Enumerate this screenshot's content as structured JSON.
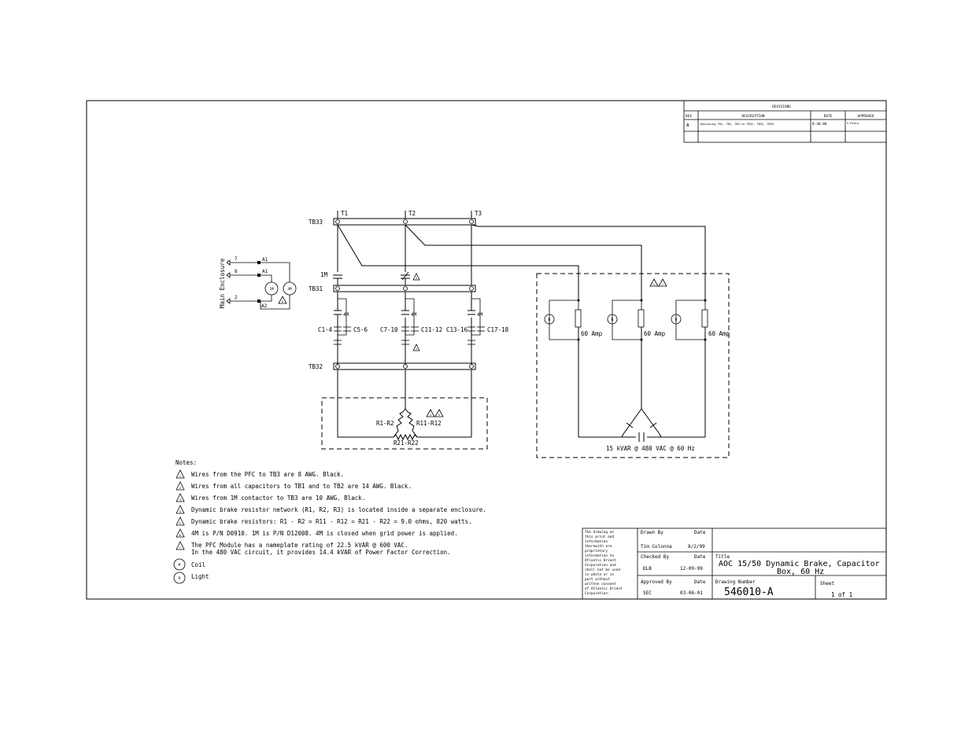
{
  "revisions": {
    "title": "REVISIONS",
    "headers": [
      "REV",
      "DESCRIPTION",
      "DATE",
      "APPROVED"
    ],
    "rows": [
      {
        "rev": "A",
        "description": "Replacing TB1, TB2, TB3 to TB31, TB32, TB33",
        "date": "8-30-00",
        "approved": "S.Ptolo"
      }
    ]
  },
  "terminals": {
    "tb33": "TB33",
    "tb31": "TB31",
    "tb32": "TB32",
    "t1": "T1",
    "t2": "T2",
    "t3": "T3"
  },
  "contactor": {
    "label": "1M"
  },
  "caps": {
    "m1": "4M",
    "m2": "4M",
    "m3": "4M",
    "c1": "C1-4",
    "c2": "C5-6",
    "c3": "C7-10",
    "c4": "C11-12",
    "c5": "C13-16",
    "c6": "C17-18"
  },
  "resistors": {
    "r1": "R1-R2",
    "r2": "R11-R12",
    "r3": "R21-R22"
  },
  "coil_circuit": {
    "enclosure": "Main Enclosure",
    "w7": "7",
    "w8": "8",
    "w2": "2",
    "a1a": "A1",
    "a1b": "A1",
    "a2": "A2",
    "coil1": "1M",
    "coil2": "4M"
  },
  "pfc": {
    "fuse1": "60 Amp",
    "fuse2": "60 Amp",
    "fuse3": "60 Amp",
    "light": "R",
    "rating": "15 kVAR @ 480 VAC @ 60 Hz"
  },
  "notes": {
    "heading": "Notes:",
    "items": [
      {
        "tag": "1",
        "text": "Wires from the PFC to TB3 are 8 AWG. Black."
      },
      {
        "tag": "2",
        "text": "Wires from all capacitors to TB1 and to TB2 are 14 AWG. Black."
      },
      {
        "tag": "3",
        "text": "Wires from 1M contactor to TB3 are 10 AWG. Black."
      },
      {
        "tag": "4",
        "text": "Dynamic brake resistor network (R1, R2, R3) is located inside a separate enclosure."
      },
      {
        "tag": "5",
        "text": "Dynamic brake resistors: R1 - R2 = R11 - R12 = R21 - R22 = 9.0 ohms, 820 watts."
      },
      {
        "tag": "6",
        "text": "4M is P/N D0910. 1M is P/N D12008.  4M is closed when grid power is applied."
      },
      {
        "tag": "7",
        "text": "The PFC Module has a nameplate rating of 22.5 kVAR @ 600 VAC.",
        "text2": "In the 480 VAC circuit, it provides 14.4 kVAR of Power Factor Correction."
      }
    ],
    "legend": [
      {
        "symbol": "M",
        "text": "Coil"
      },
      {
        "symbol": "R",
        "text": "Light"
      }
    ]
  },
  "title_block": {
    "proprietary": [
      "The drawing on",
      "this print and",
      "information",
      "therewith are",
      "proprietary",
      "information to",
      "Atlantic Orient",
      "Corporation and",
      "shall not be used",
      "in whole or in",
      "part without",
      "written consent",
      "of Atlantic Orient",
      "Corporation."
    ],
    "drawn_by_label": "Drawn By",
    "drawn_by": "Tim Colonna",
    "drawn_date": "8/2/99",
    "checked_by_label": "Checked By",
    "checked_by": "DLB",
    "checked_date": "12-09-99",
    "approved_by_label": "Approved By",
    "approved_by": "SEC",
    "approved_date": "03-06-01",
    "date_label": "Date",
    "title_label": "Title",
    "title_line1": "AOC 15/50 Dynamic Brake, Capacitor",
    "title_line2": "Box, 60 Hz",
    "drawing_number_label": "Drawing Number",
    "drawing_number": "546010-A",
    "sheet_label": "Sheet",
    "sheet": "1 of 1"
  }
}
